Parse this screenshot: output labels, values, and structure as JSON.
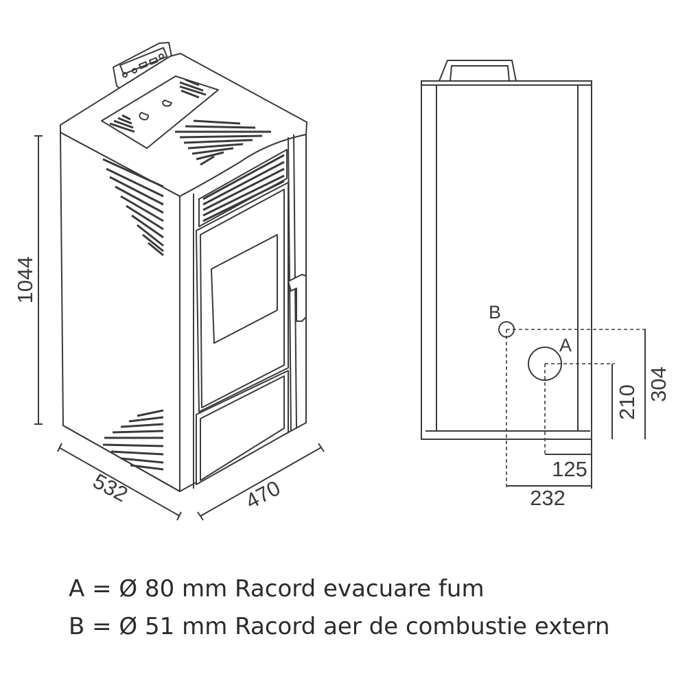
{
  "dimensions": {
    "height": "1044",
    "depth": "532",
    "width": "470",
    "b_height": "304",
    "a_height": "210",
    "a_offset": "125",
    "b_offset": "232"
  },
  "labels": {
    "a": "A",
    "b": "B"
  },
  "legend": {
    "a": "A = Ø 80 mm Racord evacuare fum",
    "b": "B = Ø 51 mm Racord aer de combustie extern"
  },
  "colors": {
    "line": "#3a3a3a",
    "background": "#ffffff"
  }
}
